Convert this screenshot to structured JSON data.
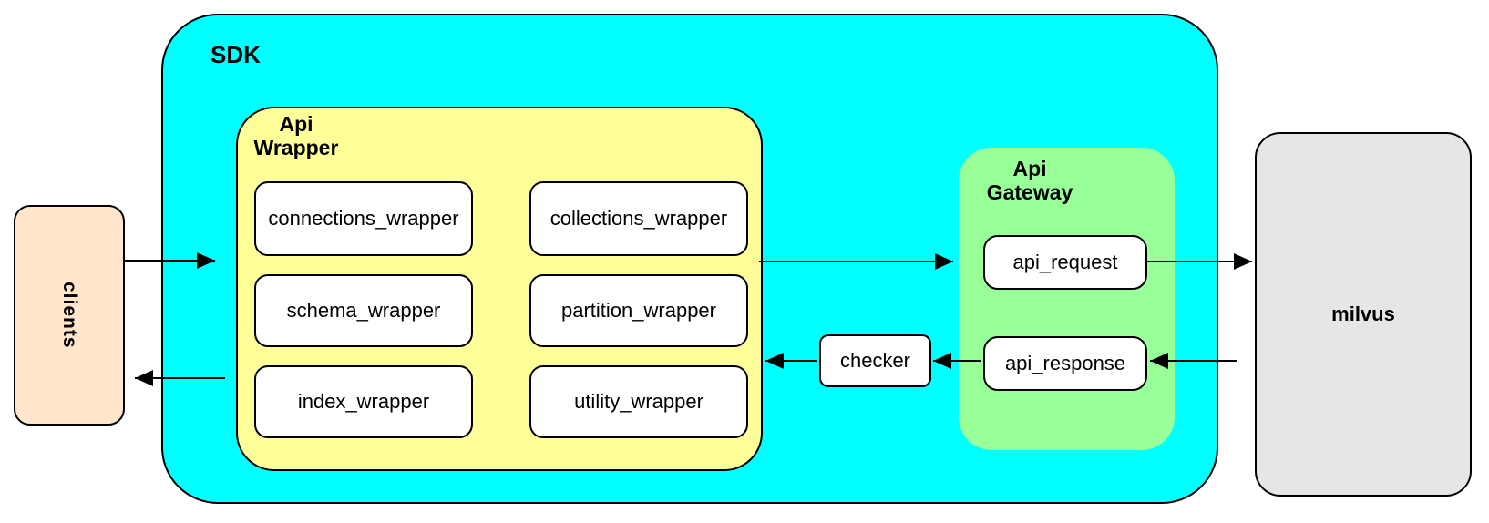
{
  "diagram": {
    "clients": {
      "label": "clients"
    },
    "sdk": {
      "label": "SDK",
      "api_wrapper": {
        "label_line1": "Api",
        "label_line2": "Wrapper",
        "nodes": [
          "connections_wrapper",
          "collections_wrapper",
          "schema_wrapper",
          "partition_wrapper",
          "index_wrapper",
          "utility_wrapper"
        ]
      },
      "checker": {
        "label": "checker"
      },
      "api_gateway": {
        "label_line1": "Api",
        "label_line2": "Gateway",
        "request": {
          "label": "api_request"
        },
        "response": {
          "label": "api_response"
        }
      }
    },
    "milvus": {
      "label": "milvus"
    }
  },
  "colors": {
    "sdk_fill": "#00FFFF",
    "api_wrapper_fill": "#FFFF99",
    "api_gateway_fill": "#99FF99",
    "clients_fill": "#FFE6CC",
    "milvus_fill": "#E6E6E6",
    "node_fill": "#FFFFFF",
    "stroke": "#000000"
  }
}
